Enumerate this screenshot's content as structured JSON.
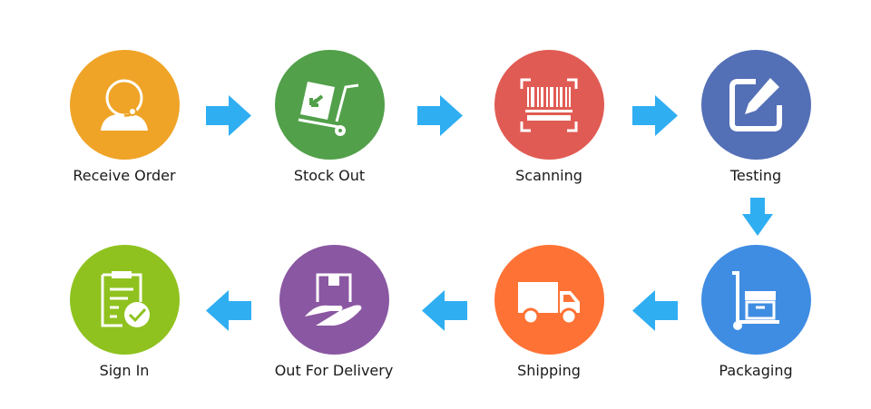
{
  "steps": [
    {
      "label": "Receive Order",
      "icon": "headset-icon",
      "color": "#EFA427"
    },
    {
      "label": "Stock Out",
      "icon": "hand-truck-icon",
      "color": "#52A04A"
    },
    {
      "label": "Scanning",
      "icon": "barcode-icon",
      "color": "#E05B53"
    },
    {
      "label": "Testing",
      "icon": "edit-icon",
      "color": "#536FB6"
    },
    {
      "label": "Packaging",
      "icon": "dolly-box-icon",
      "color": "#3F8DE3"
    },
    {
      "label": "Shipping",
      "icon": "truck-icon",
      "color": "#FF7235"
    },
    {
      "label": "Out For Delivery",
      "icon": "hand-box-icon",
      "color": "#8A57A2"
    },
    {
      "label": "Sign In",
      "icon": "clipboard-check-icon",
      "color": "#8FC21F"
    }
  ],
  "arrow_color": "#2FAEF2"
}
